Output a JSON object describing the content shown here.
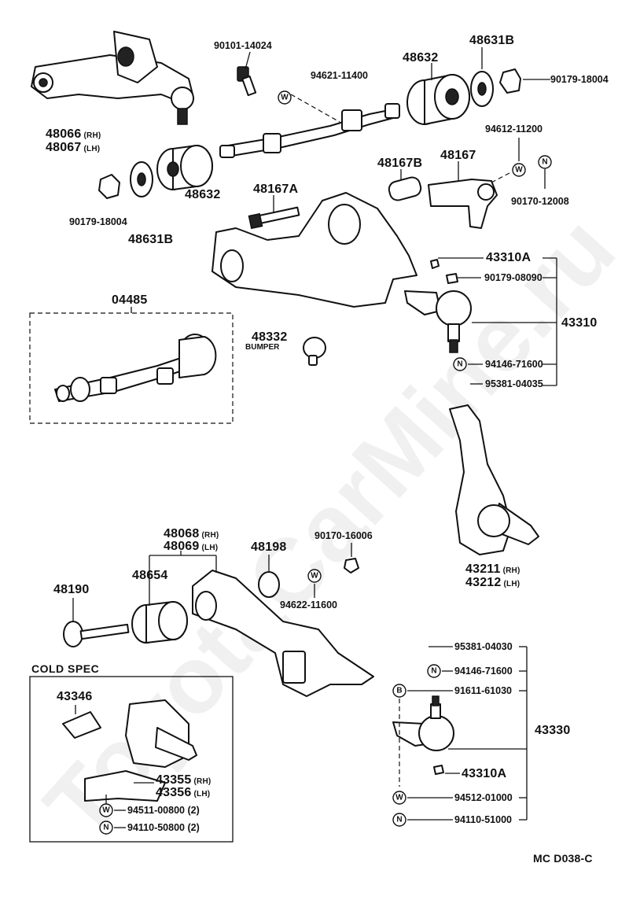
{
  "watermark": "ToyotaCarMine.ru",
  "footer_code": "MC  D038-C",
  "labels": {
    "p48066": "48066",
    "p48066_side": "(RH)",
    "p48067": "48067",
    "p48067_side": "(LH)",
    "p90101": "90101-14024",
    "p94621": "94621-11400",
    "p48632a": "48632",
    "p48631Ba": "48631B",
    "p90179_18004a": "90179-18004",
    "p94612": "94612-11200",
    "p48632b": "48632",
    "p90179_18004b": "90179-18004",
    "p48631Bb": "48631B",
    "p48167B": "48167B",
    "p48167": "48167",
    "p90170_12008": "90170-12008",
    "p48167A": "48167A",
    "p43310A": "43310A",
    "p90179_08090": "90179-08090",
    "p43310": "43310",
    "p94146a": "94146-71600",
    "p95381_04035": "95381-04035",
    "p04485": "04485",
    "p48332": "48332",
    "p48332_sub": "BUMPER",
    "p43211": "43211",
    "p43211_side": "(RH)",
    "p43212": "43212",
    "p43212_side": "(LH)",
    "p48068": "48068",
    "p48068_side": "(RH)",
    "p48069": "48069",
    "p48069_side": "(LH)",
    "p90170_16006": "90170-16006",
    "p48198": "48198",
    "p48654": "48654",
    "p94622": "94622-11600",
    "p48190": "48190",
    "p95381_04030": "95381-04030",
    "p94146b": "94146-71600",
    "p91611": "91611-61030",
    "p43330": "43330",
    "p43310A_b": "43310A",
    "p94512": "94512-01000",
    "p94110_51000": "94110-51000",
    "cold_spec": "COLD  SPEC",
    "p43346": "43346",
    "p43355": "43355",
    "p43355_side": "(RH)",
    "p43356": "43356",
    "p43356_side": "(LH)",
    "p94511": "94511-00800 (2)",
    "p94110_50800": "94110-50800 (2)"
  },
  "symbols": {
    "washer": "W",
    "nut": "N",
    "bolt": "B"
  }
}
